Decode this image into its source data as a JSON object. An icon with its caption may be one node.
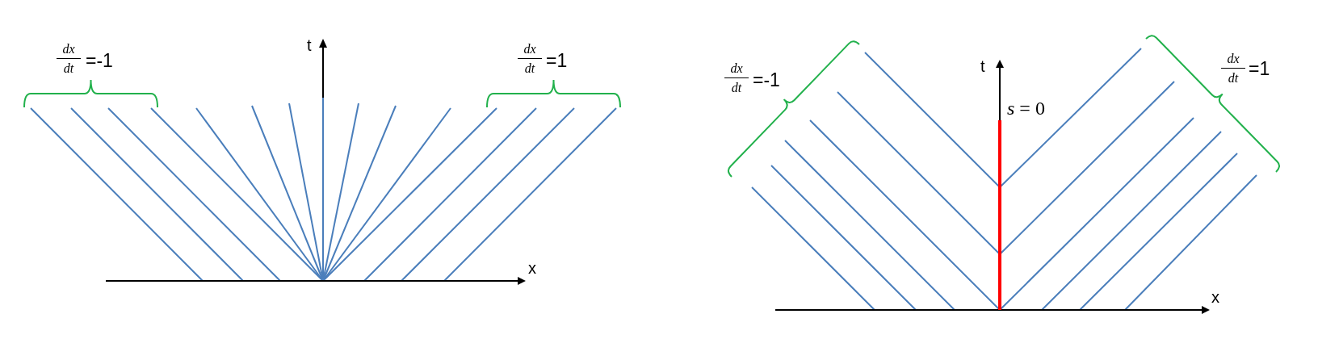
{
  "diagram": {
    "labels": [
      "dx",
      "dt",
      "=-1",
      "t",
      "dx",
      "dt",
      "=1",
      "x",
      "dx",
      "dt",
      "=-1",
      "t",
      "dx",
      "dt",
      "=1",
      "*s* = 0",
      "x"
    ]
  }
}
